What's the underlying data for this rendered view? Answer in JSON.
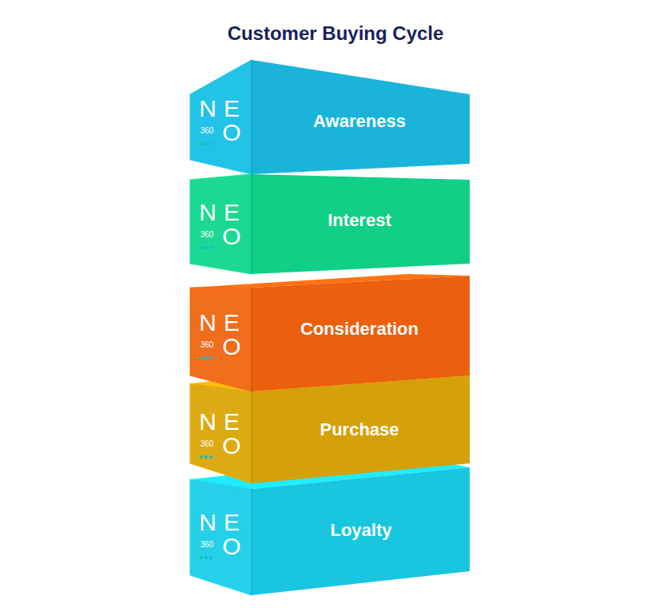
{
  "diagram": {
    "title": "Customer Buying Cycle",
    "nodes": [
      {
        "text": [
          "Awareness"
        ]
      },
      {
        "text": [
          "Interest"
        ]
      },
      {
        "text": [
          "Consideration"
        ]
      },
      {
        "text": [
          "Purchase"
        ]
      },
      {
        "text": [
          "Loyalty"
        ]
      }
    ],
    "labels": [
      "N",
      "E",
      "O",
      "360",
      "N",
      "E",
      "O",
      "360",
      "N",
      "E",
      "O",
      "360",
      "N",
      "E",
      "O",
      "360",
      "N",
      "E",
      "O",
      "360"
    ]
  }
}
